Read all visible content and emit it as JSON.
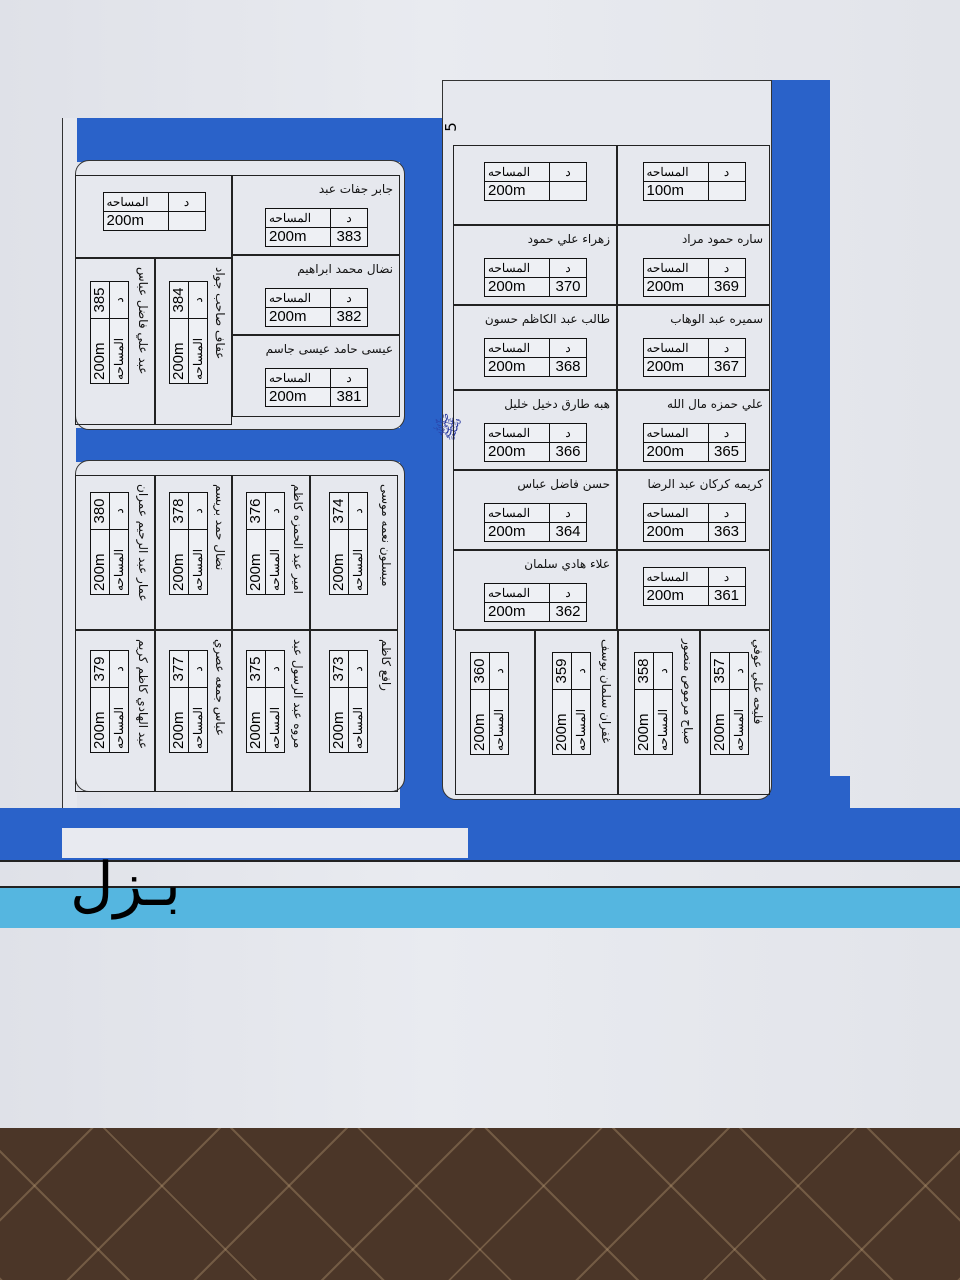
{
  "map": {
    "road_label": "بـزل",
    "marker": "5",
    "table_header_lot": "د",
    "table_header_area": "المساحه",
    "colors": {
      "road": "#2a62c9",
      "canal": "#55b6e0",
      "paper": "#e6e8ee"
    }
  },
  "plots": [
    {
      "lot": "383",
      "area": "200m",
      "owner": "جابر جفات عبد"
    },
    {
      "lot": "382",
      "area": "200m",
      "owner": "نضال محمد ابراهيم"
    },
    {
      "lot": "381",
      "area": "200m",
      "owner": "عيسى حامد عيسى جاسم"
    },
    {
      "area": "200m"
    },
    {
      "lot": "385",
      "area": "200m",
      "owner": "عبد علي فاضل عباس"
    },
    {
      "lot": "384",
      "area": "200m",
      "owner": "عفاف صاحب جواد"
    },
    {
      "lot": "380",
      "area": "200m",
      "owner": "عمار عبد الرحيم عمران"
    },
    {
      "lot": "378",
      "area": "200m",
      "owner": "نضال حمد بريسم"
    },
    {
      "lot": "376",
      "area": "200m",
      "owner": "امير عبد الحمزه كاظم"
    },
    {
      "lot": "374",
      "area": "200m",
      "owner": "ميسلون نعمه موسى"
    },
    {
      "lot": "379",
      "area": "200m",
      "owner": "عبد الهادي كاظم كريم"
    },
    {
      "lot": "377",
      "area": "200m",
      "owner": "عباس جمعه عصري"
    },
    {
      "lot": "375",
      "area": "200m",
      "owner": "مروه عبد الرسول عبد"
    },
    {
      "lot": "373",
      "area": "200m",
      "owner": "رافع كاظم"
    },
    {
      "area": "200m"
    },
    {
      "area": "100m"
    },
    {
      "lot": "370",
      "area": "200m",
      "owner": "زهراء علي حمود"
    },
    {
      "lot": "369",
      "area": "200m",
      "owner": "ساره حمود مراد"
    },
    {
      "lot": "368",
      "area": "200m",
      "owner": "طالب عبد الكاظم حسون"
    },
    {
      "lot": "367",
      "area": "200m",
      "owner": "سميره عبد الوهاب"
    },
    {
      "lot": "366",
      "area": "200m",
      "owner": "هبه طارق دخيل خليل"
    },
    {
      "lot": "365",
      "area": "200m",
      "owner": "علي حمزه مال الله"
    },
    {
      "lot": "364",
      "area": "200m",
      "owner": "حسن فاضل عباس"
    },
    {
      "lot": "363",
      "area": "200m",
      "owner": "كريمه كركان عبد الرضا"
    },
    {
      "lot": "362",
      "area": "200m",
      "owner": "علاء هادي سلمان"
    },
    {
      "lot": "361",
      "area": "200m"
    },
    {
      "lot": "360",
      "area": "200m"
    },
    {
      "lot": "359",
      "area": "200m",
      "owner": "غفران سلمان يوسف"
    },
    {
      "lot": "358",
      "area": "200m",
      "owner": "صباح مرموص منصور"
    },
    {
      "lot": "357",
      "area": "200m",
      "owner": "فليحه علي عوفي"
    }
  ]
}
